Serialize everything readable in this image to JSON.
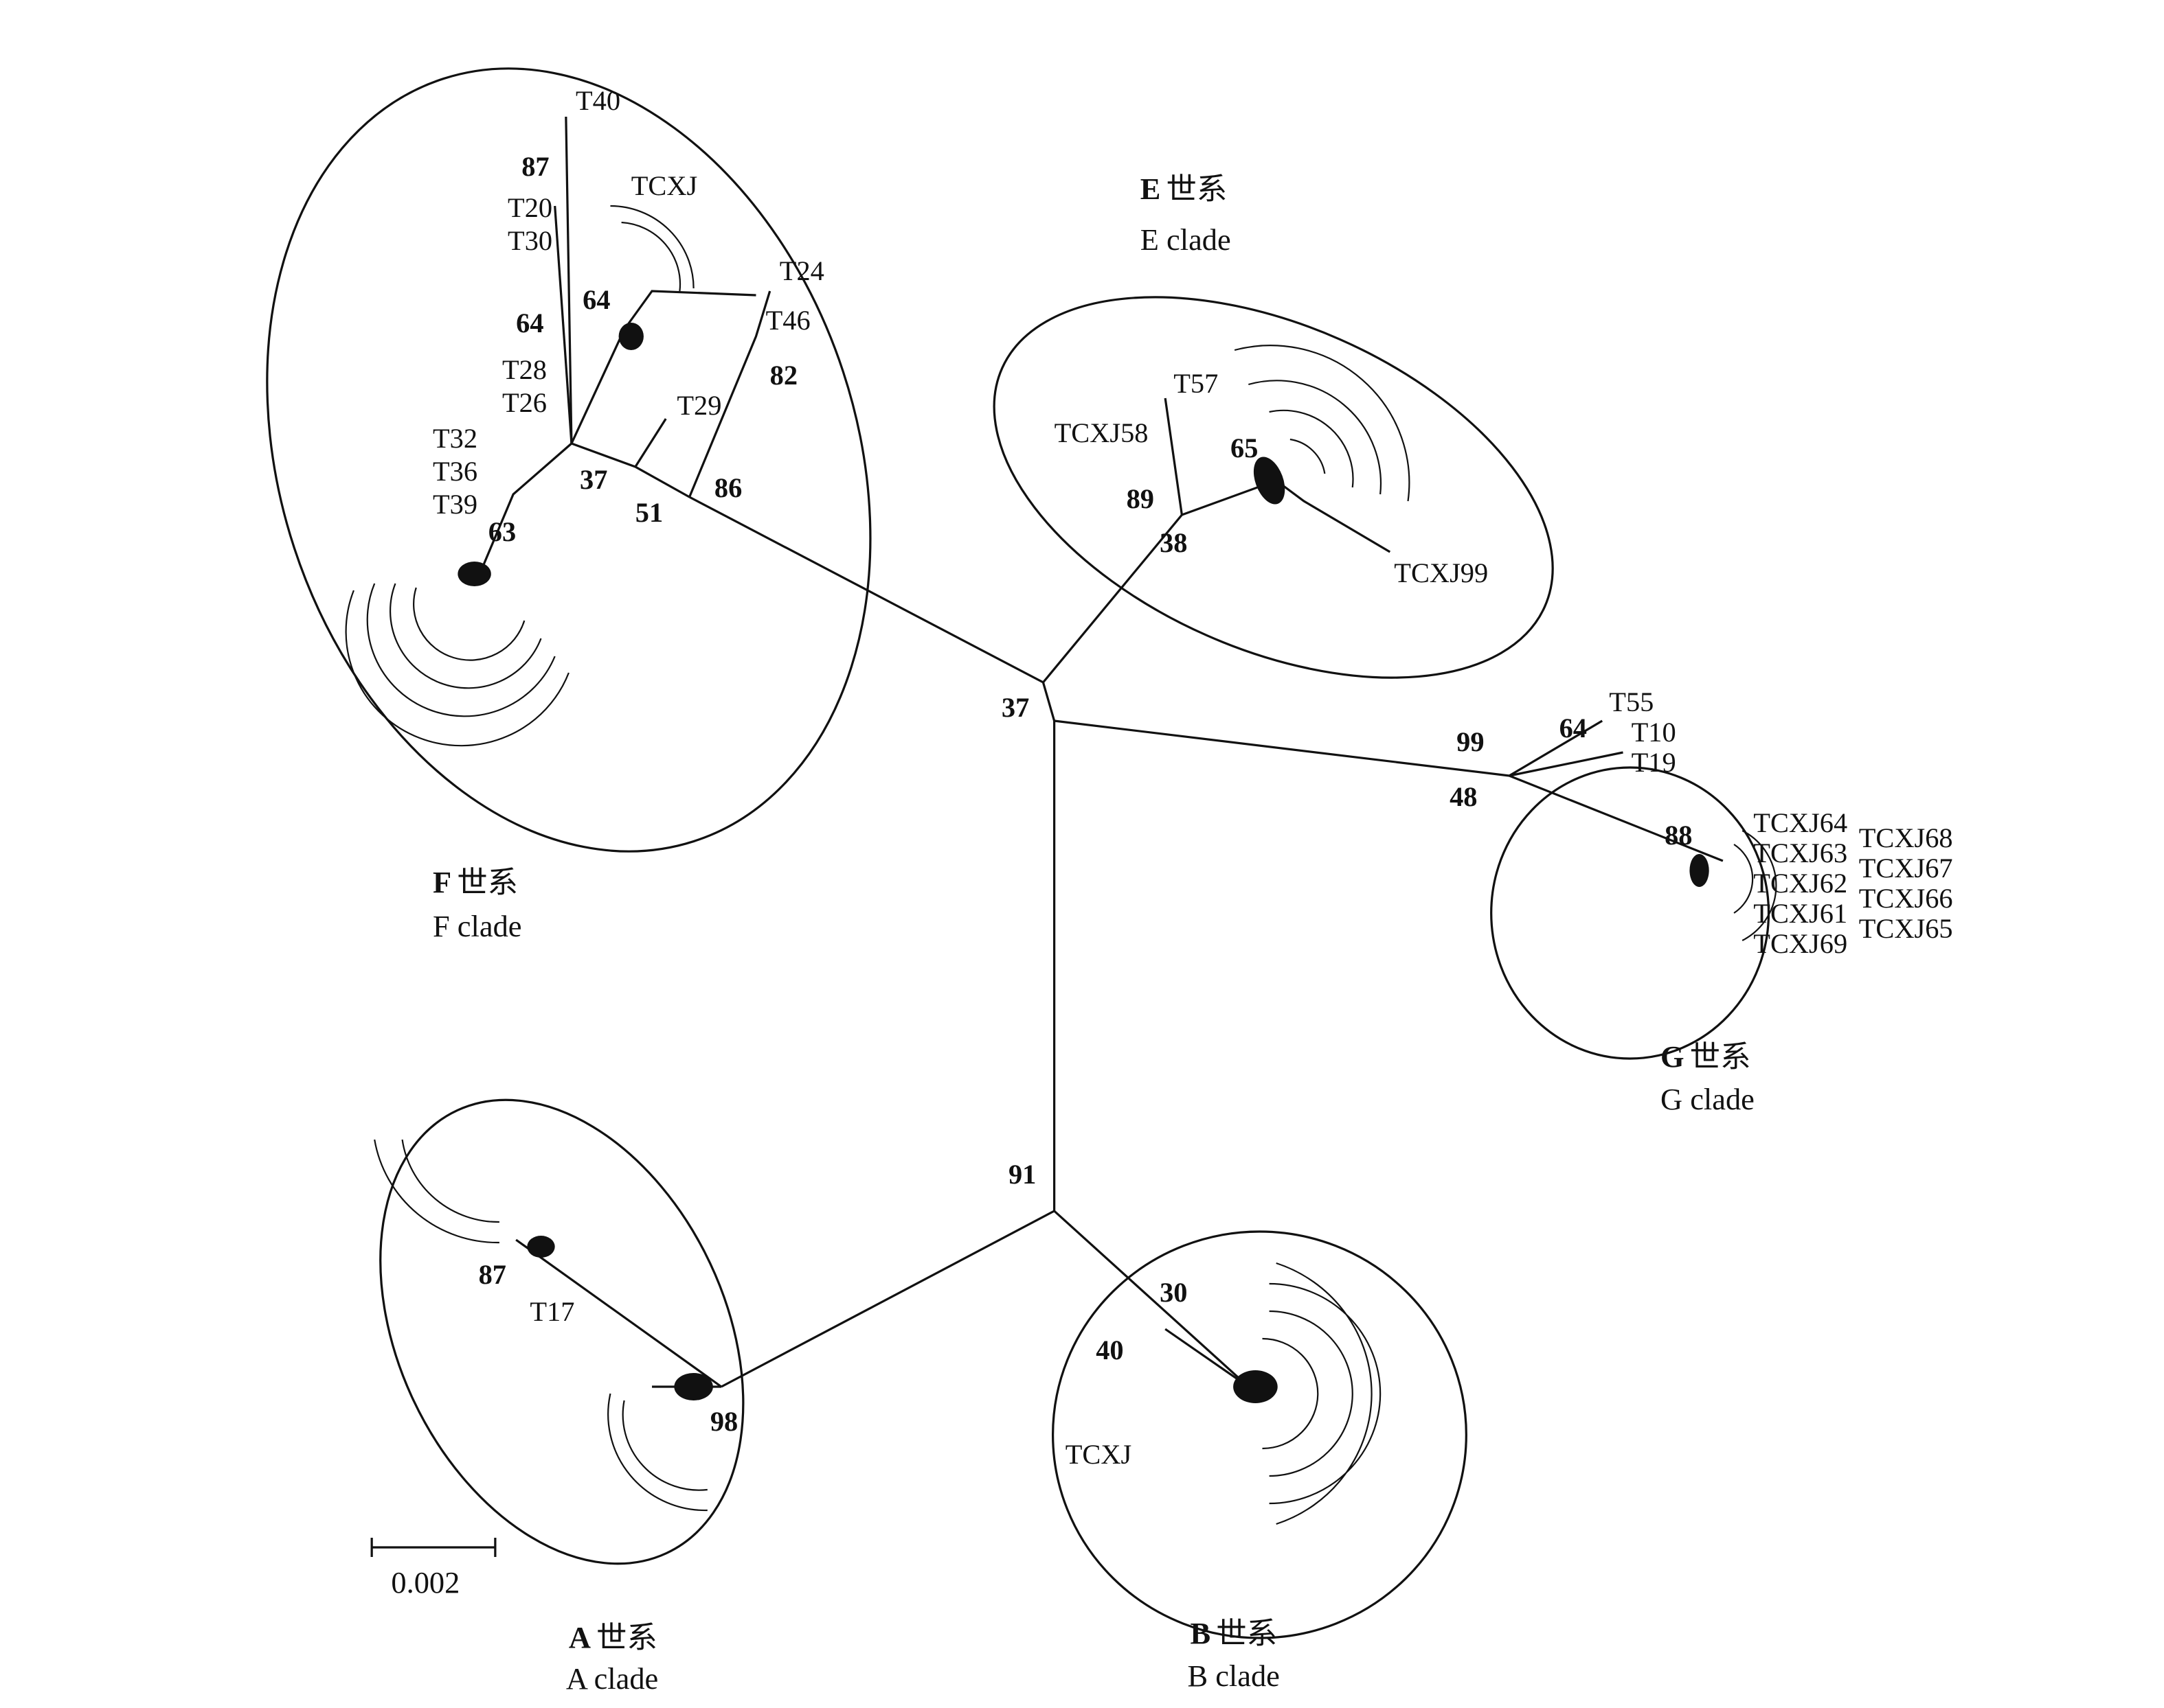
{
  "clades": {
    "F": {
      "letter": "F",
      "cn": "世系",
      "en": "F clade"
    },
    "E": {
      "letter": "E",
      "cn": "世系",
      "en": "E clade"
    },
    "G": {
      "letter": "G",
      "cn": "世系",
      "en": "G clade"
    },
    "A": {
      "letter": "A",
      "cn": "世系",
      "en": "A clade"
    },
    "B": {
      "letter": "B",
      "cn": "世系",
      "en": "B clade"
    }
  },
  "bootstrap": {
    "root_upper": "37",
    "root_lower": "91",
    "F_51": "51",
    "F_86": "86",
    "F_37": "37",
    "F_82": "82",
    "F_87": "87",
    "F_64a": "64",
    "F_64b": "64",
    "F_63": "63",
    "E_89": "89",
    "E_38": "38",
    "E_65": "65",
    "G_99": "99",
    "G_48": "48",
    "G_64": "64",
    "G_88": "88",
    "A_87": "87",
    "A_98": "98",
    "B_30": "30",
    "B_40": "40"
  },
  "leaves": {
    "F": [
      "T40",
      "T20",
      "T30",
      "T28",
      "T26",
      "T32",
      "T36",
      "T39",
      "T29",
      "T24",
      "T46",
      "TCXJ"
    ],
    "E": [
      "T57",
      "TCXJ58",
      "TCXJ99"
    ],
    "G": [
      "T55",
      "T10",
      "T19",
      "TCXJ64",
      "TCXJ63",
      "TCXJ62",
      "TCXJ61",
      "TCXJ69",
      "TCXJ68",
      "TCXJ67",
      "TCXJ66",
      "TCXJ65"
    ],
    "A": [
      "T17"
    ],
    "B": [
      "TCXJ"
    ]
  },
  "scale_bar": {
    "label": "0.002"
  }
}
